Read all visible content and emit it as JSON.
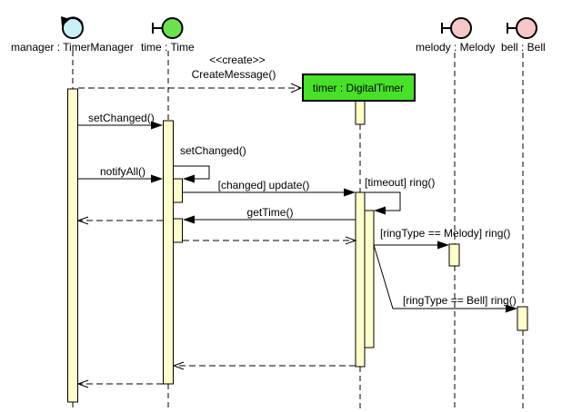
{
  "diagram": {
    "kind": "uml-sequence-diagram"
  },
  "colors": {
    "background": "#ffffff",
    "activation_fill": "#ffffcc",
    "line": "#000000"
  },
  "actors": [
    {
      "name": "manager : TimerManager",
      "kind": "active-object",
      "fill": "#c9f1f8"
    },
    {
      "name": "time : Time",
      "kind": "object",
      "fill": "#6ce24e"
    },
    {
      "name": "timer : DigitalTimer",
      "kind": "created-object",
      "fill": "#47e228"
    },
    {
      "name": "melody : Melody",
      "kind": "object",
      "fill": "#f6c7c7"
    },
    {
      "name": "bell : Bell",
      "kind": "object",
      "fill": "#f6c7c7"
    }
  ],
  "messages": [
    {
      "stereotype": "<<create>>",
      "label": "CreateMessage()",
      "from": "manager",
      "to": "timer",
      "type": "create"
    },
    {
      "label": "setChanged()",
      "from": "manager",
      "to": "time",
      "type": "call"
    },
    {
      "label": "setChanged()",
      "from": "time",
      "to": "time",
      "type": "self-call"
    },
    {
      "label": "notifyAll()",
      "from": "manager",
      "to": "time",
      "type": "call"
    },
    {
      "label": "[changed] update()",
      "from": "time",
      "to": "timer",
      "type": "call"
    },
    {
      "label": "[timeout] ring()",
      "from": "timer",
      "to": "timer",
      "type": "self-call"
    },
    {
      "label": "getTime()",
      "from": "timer",
      "to": "time",
      "type": "call"
    },
    {
      "label": "",
      "from": "time",
      "to": "manager",
      "type": "return"
    },
    {
      "label": "",
      "from": "time",
      "to": "timer",
      "type": "return"
    },
    {
      "label": "[ringType == Melody] ring()",
      "from": "timer",
      "to": "melody",
      "type": "call"
    },
    {
      "label": "[ringType == Bell] ring()",
      "from": "timer",
      "to": "bell",
      "type": "call"
    },
    {
      "label": "",
      "from": "timer",
      "to": "time",
      "type": "return"
    },
    {
      "label": "",
      "from": "time",
      "to": "manager",
      "type": "return"
    }
  ]
}
